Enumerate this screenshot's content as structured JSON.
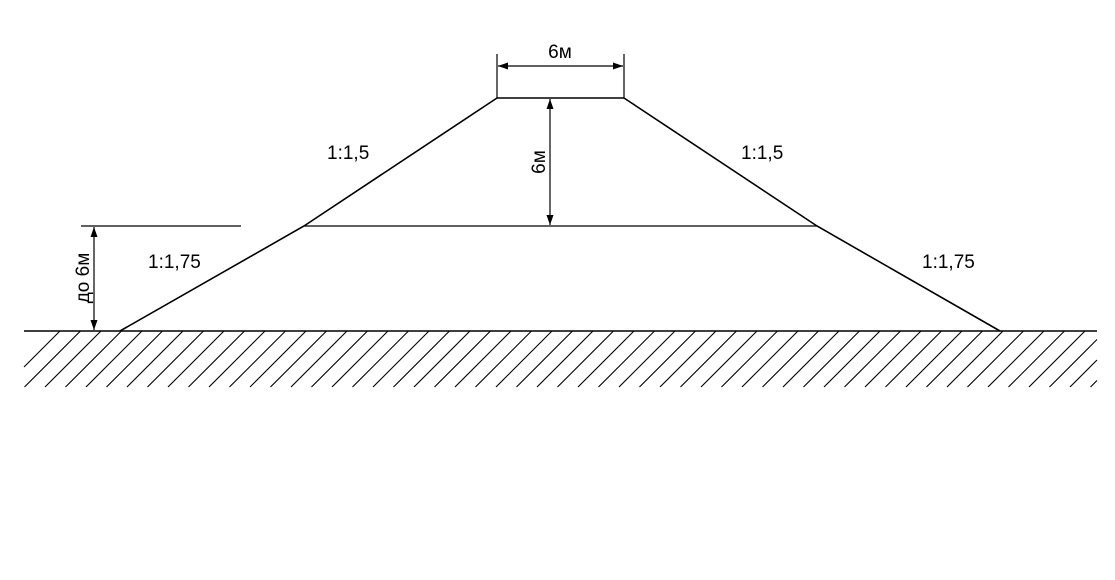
{
  "labels": {
    "top_width": "6м",
    "upper_height": "6м",
    "lower_height": "до 6м",
    "upper_slope_left": "1:1,5",
    "upper_slope_right": "1:1,5",
    "lower_slope_left": "1:1,75",
    "lower_slope_right": "1:1,75"
  }
}
